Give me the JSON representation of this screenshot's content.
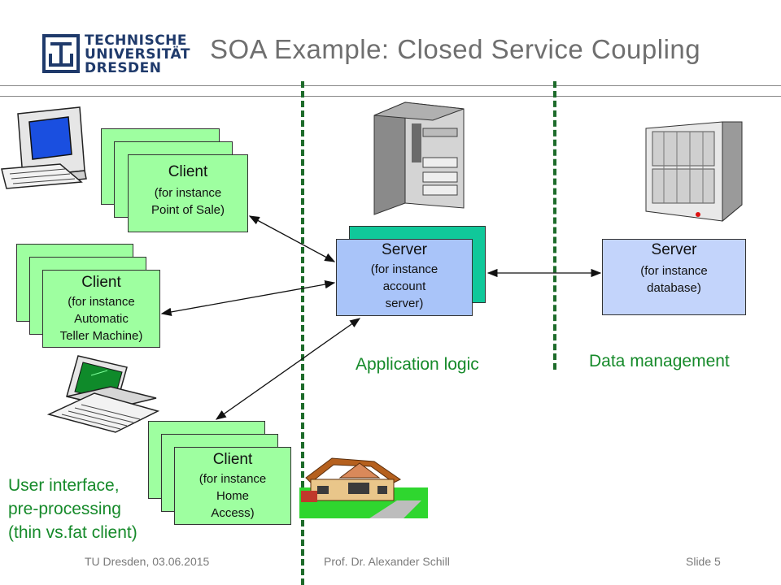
{
  "title": "SOA Example: Closed Service Coupling",
  "logo": {
    "line1": "TECHNISCHE",
    "line2": "UNIVERSITÄT",
    "line3": "DRESDEN"
  },
  "clients": {
    "pos": {
      "title": "Client",
      "line1": "(for instance",
      "line2": "Point of Sale)"
    },
    "atm": {
      "title": "Client",
      "line1": "(for instance",
      "line2": "Automatic",
      "line3": "Teller Machine)"
    },
    "home": {
      "title": "Client",
      "line1": "(for instance",
      "line2": "Home",
      "line3": "Access)"
    }
  },
  "servers": {
    "account": {
      "title": "Server",
      "line1": "(for instance",
      "line2": "account",
      "line3": "server)"
    },
    "database": {
      "title": "Server",
      "line1": "(for instance",
      "line2": "database)"
    }
  },
  "zones": {
    "app": "Application logic",
    "data": "Data management",
    "ui_line1": "User interface,",
    "ui_line2": "pre-processing",
    "ui_line3": "(thin vs.fat client)"
  },
  "footer": {
    "left": "TU Dresden, 03.06.2015",
    "center": "Prof. Dr. Alexander Schill",
    "right": "Slide 5"
  },
  "colors": {
    "client_fill": "#9effa0",
    "server_fill": "#a9c4f9",
    "server_shadow_fill": "#10c89a",
    "zone_label": "#168a2a",
    "divider": "#1d6b2a"
  },
  "icons": [
    "tu-dresden-logo-icon",
    "desktop-computer-icon",
    "server-tower-icon",
    "database-server-icon",
    "laptop-icon",
    "house-icon"
  ]
}
